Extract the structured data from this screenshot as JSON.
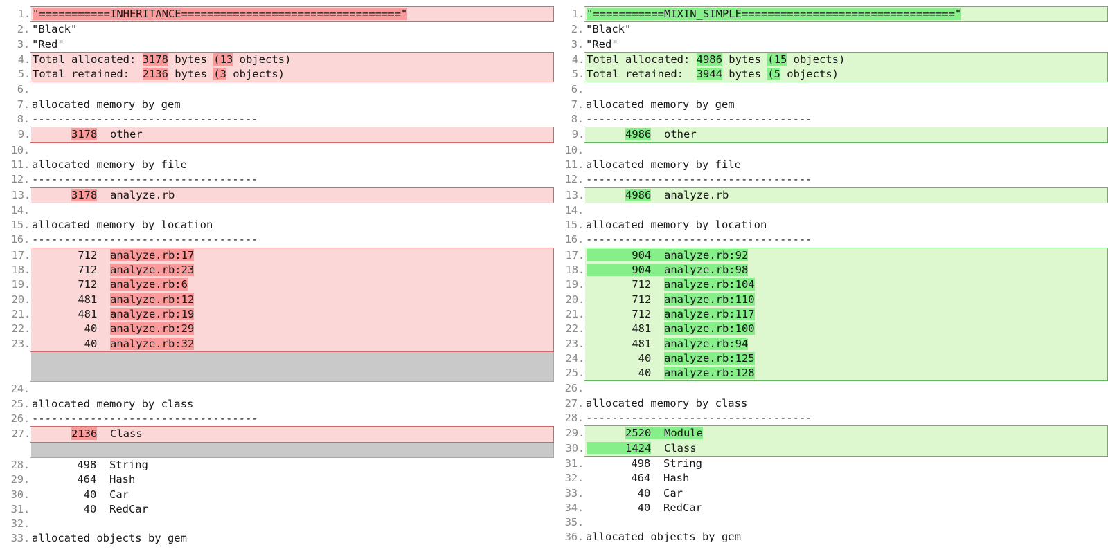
{
  "view": {
    "type": "side-by-side-text-diff",
    "colors": {
      "delete_block_bg": "#fbd7d7",
      "delete_block_border": "#d06a6a",
      "delete_word_hl": "#fb9a9a",
      "insert_block_bg": "#ddf7ce",
      "insert_block_border": "#63b463",
      "insert_word_hl": "#86ef8a",
      "filler_bg": "#c9c9c9",
      "filler_border": "#a8a8a8",
      "page_bg": "#ffffff",
      "gutter_fg": "#8a8a8a",
      "text_fg": "#181818"
    }
  },
  "left": {
    "label": "INHERITANCE",
    "rows": [
      {
        "n": "1",
        "kind": "del",
        "segs": [
          {
            "t": "\"===========INHERITANCE==================================\"",
            "h": "del"
          }
        ]
      },
      {
        "n": "2",
        "kind": "plain",
        "segs": [
          {
            "t": "\"Black\""
          }
        ]
      },
      {
        "n": "3",
        "kind": "plain",
        "segs": [
          {
            "t": "\"Red\""
          }
        ]
      },
      {
        "n": "4",
        "kind": "del",
        "segs": [
          {
            "t": "Total allocated: "
          },
          {
            "t": "3178",
            "h": "del"
          },
          {
            "t": " bytes "
          },
          {
            "t": "(13",
            "h": "del"
          },
          {
            "t": " objects)"
          }
        ]
      },
      {
        "n": "5",
        "kind": "del",
        "segs": [
          {
            "t": "Total retained:  "
          },
          {
            "t": "2136",
            "h": "del"
          },
          {
            "t": " bytes "
          },
          {
            "t": "(3",
            "h": "del"
          },
          {
            "t": " objects)"
          }
        ]
      },
      {
        "n": "6",
        "kind": "plain",
        "segs": [
          {
            "t": ""
          }
        ]
      },
      {
        "n": "7",
        "kind": "plain",
        "segs": [
          {
            "t": "allocated memory by gem"
          }
        ]
      },
      {
        "n": "8",
        "kind": "plain",
        "segs": [
          {
            "t": "-----------------------------------"
          }
        ]
      },
      {
        "n": "9",
        "kind": "del",
        "segs": [
          {
            "t": "      "
          },
          {
            "t": "3178",
            "h": "del"
          },
          {
            "t": "  other"
          }
        ]
      },
      {
        "n": "10",
        "kind": "plain",
        "segs": [
          {
            "t": ""
          }
        ]
      },
      {
        "n": "11",
        "kind": "plain",
        "segs": [
          {
            "t": "allocated memory by file"
          }
        ]
      },
      {
        "n": "12",
        "kind": "plain",
        "segs": [
          {
            "t": "-----------------------------------"
          }
        ]
      },
      {
        "n": "13",
        "kind": "del",
        "segs": [
          {
            "t": "      "
          },
          {
            "t": "3178",
            "h": "del"
          },
          {
            "t": "  analyze.rb"
          }
        ]
      },
      {
        "n": "14",
        "kind": "plain",
        "segs": [
          {
            "t": ""
          }
        ]
      },
      {
        "n": "15",
        "kind": "plain",
        "segs": [
          {
            "t": "allocated memory by location"
          }
        ]
      },
      {
        "n": "16",
        "kind": "plain",
        "segs": [
          {
            "t": "-----------------------------------"
          }
        ]
      },
      {
        "n": "17",
        "kind": "del",
        "segs": [
          {
            "t": "       712  "
          },
          {
            "t": "analyze.rb:17",
            "h": "del"
          }
        ]
      },
      {
        "n": "18",
        "kind": "del",
        "segs": [
          {
            "t": "       712  "
          },
          {
            "t": "analyze.rb:23",
            "h": "del"
          }
        ]
      },
      {
        "n": "19",
        "kind": "del",
        "segs": [
          {
            "t": "       712  "
          },
          {
            "t": "analyze.rb:6",
            "h": "del"
          }
        ]
      },
      {
        "n": "20",
        "kind": "del",
        "segs": [
          {
            "t": "       481  "
          },
          {
            "t": "analyze.rb:12",
            "h": "del"
          }
        ]
      },
      {
        "n": "21",
        "kind": "del",
        "segs": [
          {
            "t": "       481  "
          },
          {
            "t": "analyze.rb:19",
            "h": "del"
          }
        ]
      },
      {
        "n": "22",
        "kind": "del",
        "segs": [
          {
            "t": "        40  "
          },
          {
            "t": "analyze.rb:29",
            "h": "del"
          }
        ]
      },
      {
        "n": "23",
        "kind": "del",
        "segs": [
          {
            "t": "        40  "
          },
          {
            "t": "analyze.rb:32",
            "h": "del"
          }
        ]
      },
      {
        "n": "",
        "kind": "filler",
        "segs": [
          {
            "t": ""
          }
        ]
      },
      {
        "n": "",
        "kind": "filler",
        "segs": [
          {
            "t": ""
          }
        ]
      },
      {
        "n": "24",
        "kind": "plain",
        "segs": [
          {
            "t": ""
          }
        ]
      },
      {
        "n": "25",
        "kind": "plain",
        "segs": [
          {
            "t": "allocated memory by class"
          }
        ]
      },
      {
        "n": "26",
        "kind": "plain",
        "segs": [
          {
            "t": "-----------------------------------"
          }
        ]
      },
      {
        "n": "27",
        "kind": "del",
        "segs": [
          {
            "t": "      "
          },
          {
            "t": "2136",
            "h": "del"
          },
          {
            "t": "  Class"
          }
        ]
      },
      {
        "n": "",
        "kind": "filler",
        "segs": [
          {
            "t": ""
          }
        ]
      },
      {
        "n": "28",
        "kind": "plain",
        "segs": [
          {
            "t": "       498  String"
          }
        ]
      },
      {
        "n": "29",
        "kind": "plain",
        "segs": [
          {
            "t": "       464  Hash"
          }
        ]
      },
      {
        "n": "30",
        "kind": "plain",
        "segs": [
          {
            "t": "        40  Car"
          }
        ]
      },
      {
        "n": "31",
        "kind": "plain",
        "segs": [
          {
            "t": "        40  RedCar"
          }
        ]
      },
      {
        "n": "32",
        "kind": "plain",
        "segs": [
          {
            "t": ""
          }
        ]
      },
      {
        "n": "33",
        "kind": "plain",
        "segs": [
          {
            "t": "allocated objects by gem"
          }
        ]
      }
    ]
  },
  "right": {
    "label": "MIXIN_SIMPLE",
    "rows": [
      {
        "n": "1",
        "kind": "ins",
        "segs": [
          {
            "t": "\"===========MIXIN_SIMPLE=================================\"",
            "h": "ins"
          }
        ]
      },
      {
        "n": "2",
        "kind": "plain",
        "segs": [
          {
            "t": "\"Black\""
          }
        ]
      },
      {
        "n": "3",
        "kind": "plain",
        "segs": [
          {
            "t": "\"Red\""
          }
        ]
      },
      {
        "n": "4",
        "kind": "ins",
        "segs": [
          {
            "t": "Total allocated: "
          },
          {
            "t": "4986",
            "h": "ins"
          },
          {
            "t": " bytes "
          },
          {
            "t": "(15",
            "h": "ins"
          },
          {
            "t": " objects)"
          }
        ]
      },
      {
        "n": "5",
        "kind": "ins",
        "segs": [
          {
            "t": "Total retained:  "
          },
          {
            "t": "3944",
            "h": "ins"
          },
          {
            "t": " bytes "
          },
          {
            "t": "(5",
            "h": "ins"
          },
          {
            "t": " objects)"
          }
        ]
      },
      {
        "n": "6",
        "kind": "plain",
        "segs": [
          {
            "t": ""
          }
        ]
      },
      {
        "n": "7",
        "kind": "plain",
        "segs": [
          {
            "t": "allocated memory by gem"
          }
        ]
      },
      {
        "n": "8",
        "kind": "plain",
        "segs": [
          {
            "t": "-----------------------------------"
          }
        ]
      },
      {
        "n": "9",
        "kind": "ins",
        "segs": [
          {
            "t": "      "
          },
          {
            "t": "4986",
            "h": "ins"
          },
          {
            "t": "  other"
          }
        ]
      },
      {
        "n": "10",
        "kind": "plain",
        "segs": [
          {
            "t": ""
          }
        ]
      },
      {
        "n": "11",
        "kind": "plain",
        "segs": [
          {
            "t": "allocated memory by file"
          }
        ]
      },
      {
        "n": "12",
        "kind": "plain",
        "segs": [
          {
            "t": "-----------------------------------"
          }
        ]
      },
      {
        "n": "13",
        "kind": "ins",
        "segs": [
          {
            "t": "      "
          },
          {
            "t": "4986",
            "h": "ins"
          },
          {
            "t": "  analyze.rb"
          }
        ]
      },
      {
        "n": "14",
        "kind": "plain",
        "segs": [
          {
            "t": ""
          }
        ]
      },
      {
        "n": "15",
        "kind": "plain",
        "segs": [
          {
            "t": "allocated memory by location"
          }
        ]
      },
      {
        "n": "16",
        "kind": "plain",
        "segs": [
          {
            "t": "-----------------------------------"
          }
        ]
      },
      {
        "n": "17",
        "kind": "ins",
        "segs": [
          {
            "t": "       904  analyze.rb:92",
            "h": "ins"
          }
        ]
      },
      {
        "n": "18",
        "kind": "ins",
        "segs": [
          {
            "t": "       904  analyze.rb:98",
            "h": "ins"
          }
        ]
      },
      {
        "n": "19",
        "kind": "ins",
        "segs": [
          {
            "t": "       712  "
          },
          {
            "t": "analyze.rb:104",
            "h": "ins"
          }
        ]
      },
      {
        "n": "20",
        "kind": "ins",
        "segs": [
          {
            "t": "       712  "
          },
          {
            "t": "analyze.rb:110",
            "h": "ins"
          }
        ]
      },
      {
        "n": "21",
        "kind": "ins",
        "segs": [
          {
            "t": "       712  "
          },
          {
            "t": "analyze.rb:117",
            "h": "ins"
          }
        ]
      },
      {
        "n": "22",
        "kind": "ins",
        "segs": [
          {
            "t": "       481  "
          },
          {
            "t": "analyze.rb:100",
            "h": "ins"
          }
        ]
      },
      {
        "n": "23",
        "kind": "ins",
        "segs": [
          {
            "t": "       481  "
          },
          {
            "t": "analyze.rb:94",
            "h": "ins"
          }
        ]
      },
      {
        "n": "24",
        "kind": "ins",
        "segs": [
          {
            "t": "        40  "
          },
          {
            "t": "analyze.rb:125",
            "h": "ins"
          }
        ]
      },
      {
        "n": "25",
        "kind": "ins",
        "segs": [
          {
            "t": "        40  "
          },
          {
            "t": "analyze.rb:128",
            "h": "ins"
          }
        ]
      },
      {
        "n": "26",
        "kind": "plain",
        "segs": [
          {
            "t": ""
          }
        ]
      },
      {
        "n": "27",
        "kind": "plain",
        "segs": [
          {
            "t": "allocated memory by class"
          }
        ]
      },
      {
        "n": "28",
        "kind": "plain",
        "segs": [
          {
            "t": "-----------------------------------"
          }
        ]
      },
      {
        "n": "29",
        "kind": "ins",
        "segs": [
          {
            "t": "      "
          },
          {
            "t": "2520  Module",
            "h": "ins"
          }
        ]
      },
      {
        "n": "30",
        "kind": "ins",
        "segs": [
          {
            "t": "      1424",
            "h": "ins"
          },
          {
            "t": "  Class"
          }
        ]
      },
      {
        "n": "31",
        "kind": "plain",
        "segs": [
          {
            "t": "       498  String"
          }
        ]
      },
      {
        "n": "32",
        "kind": "plain",
        "segs": [
          {
            "t": "       464  Hash"
          }
        ]
      },
      {
        "n": "33",
        "kind": "plain",
        "segs": [
          {
            "t": "        40  Car"
          }
        ]
      },
      {
        "n": "34",
        "kind": "plain",
        "segs": [
          {
            "t": "        40  RedCar"
          }
        ]
      },
      {
        "n": "35",
        "kind": "plain",
        "segs": [
          {
            "t": ""
          }
        ]
      },
      {
        "n": "36",
        "kind": "plain",
        "segs": [
          {
            "t": "allocated objects by gem"
          }
        ]
      }
    ]
  }
}
